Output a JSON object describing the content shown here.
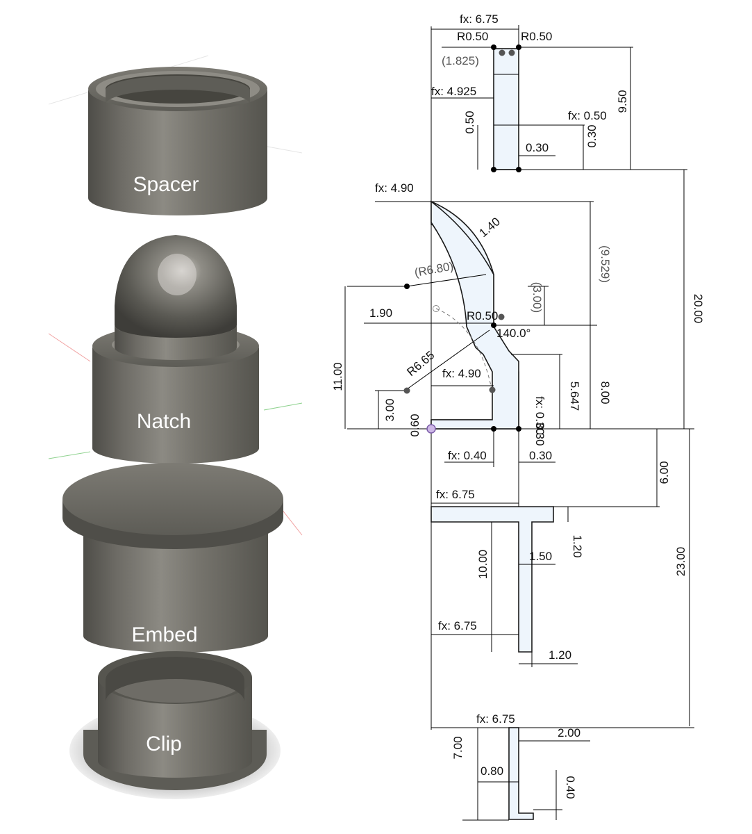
{
  "colors": {
    "metal_dark": "#4a4944",
    "metal_mid": "#76746d",
    "metal_light": "#a3a19a",
    "profile_fill": "#eef5fc",
    "line": "#000000",
    "dim_gray": "#555555"
  },
  "parts": [
    "Spacer",
    "Natch",
    "Embed",
    "Clip"
  ],
  "dimensions": {
    "spacer": [
      "fx: 6.75",
      "R0.50",
      "R0.50",
      "(1.825)",
      "fx: 4.925",
      "0.50",
      "fx: 0.50",
      "9.50",
      "0.30",
      "0.30"
    ],
    "natch": [
      "fx: 4.90",
      "1.40",
      "(R6.80)",
      "(9.529)",
      "(3.00)",
      "1.90",
      "R0.50",
      "140.0°",
      "R6.65",
      "fx: 4.90",
      "11.00",
      "3.00",
      "5.647",
      "8.00",
      "fx: 0.30",
      "0.60",
      "0.30",
      "fx: 0.40",
      "0.30",
      "20.00"
    ],
    "embed": [
      "6.00",
      "fx: 6.75",
      "1.20",
      "10.00",
      "1.50",
      "23.00",
      "fx: 6.75",
      "1.20"
    ],
    "clip": [
      "fx: 6.75",
      "2.00",
      "7.00",
      "0.80",
      "0.40"
    ]
  }
}
